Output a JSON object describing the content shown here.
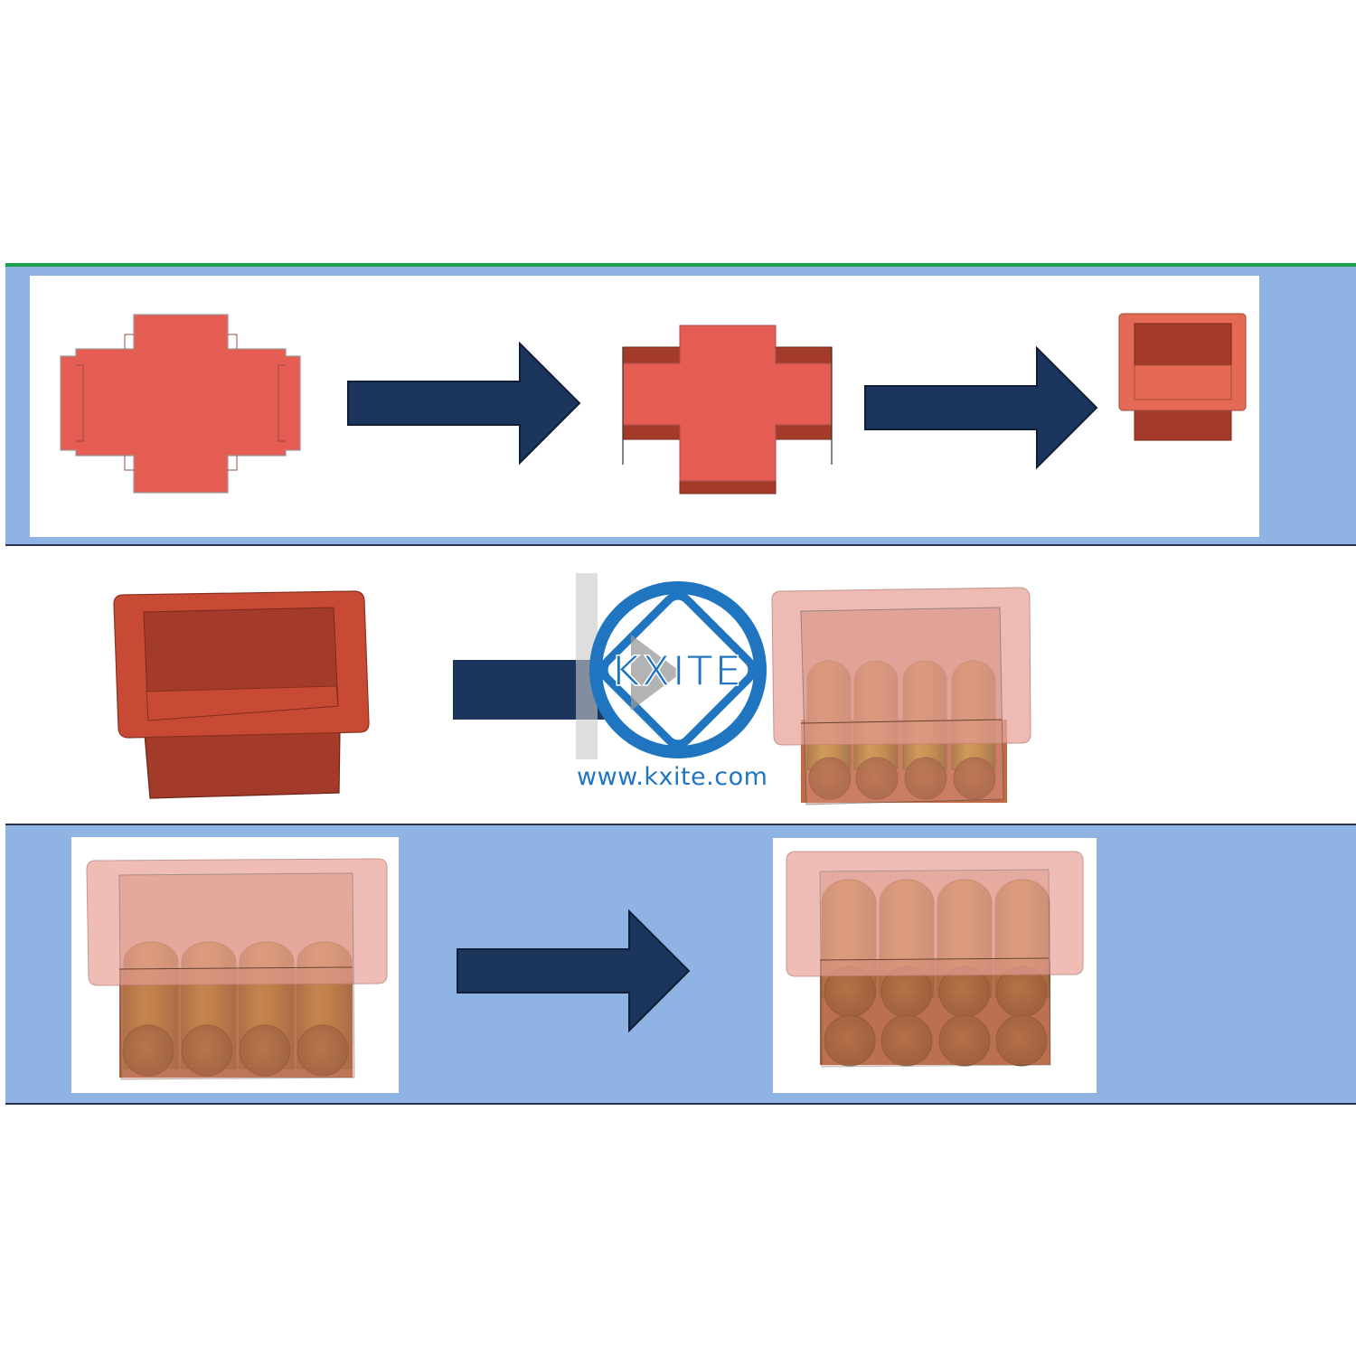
{
  "watermark": {
    "logo_text": "KXITE",
    "url": "www.kxite.com"
  },
  "colors": {
    "band_blue": "#8fb3e2",
    "band_green_line": "#1aa04a",
    "flat_red": "#e55c52",
    "folded_red": "#a33a2a",
    "box_red": "#c84a35",
    "arrow_navy": "#1b355c",
    "logo_blue": "#1f75c0",
    "tube_gold": "#b89524"
  },
  "steps": [
    {
      "row": 1,
      "from": "flat-blank",
      "to": "side-flaps-folded"
    },
    {
      "row": 1,
      "from": "side-flaps-folded",
      "to": "formed-tray"
    },
    {
      "row": 2,
      "from": "formed-tray",
      "to": "tray-in-sleeve-with-4-tubes"
    },
    {
      "row": 3,
      "from": "one-layer-of-4-tubes",
      "to": "two-layers-of-4-tubes"
    }
  ]
}
